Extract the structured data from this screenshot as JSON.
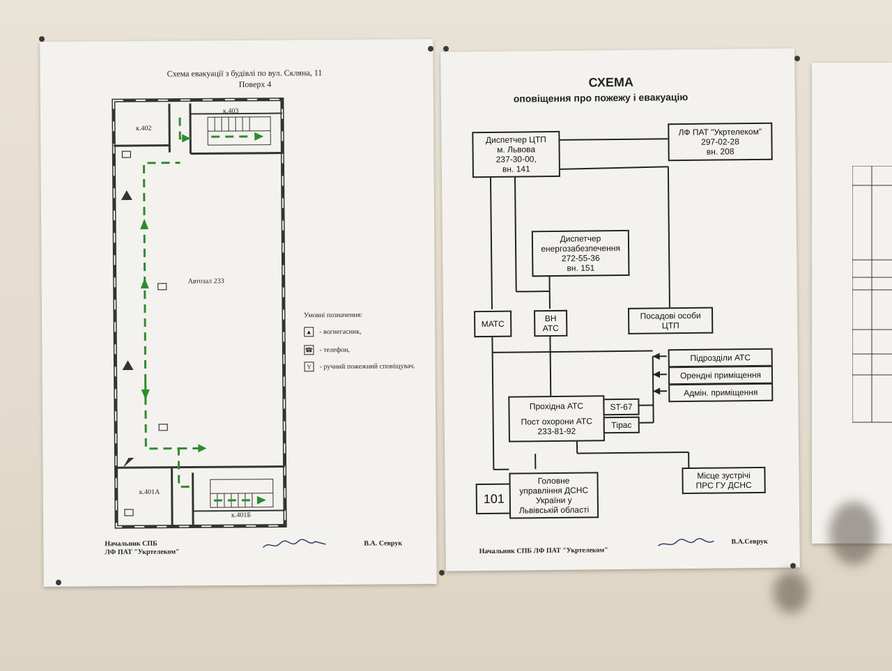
{
  "evac_plan": {
    "title": "Схема евакуації з будівлі по вул. Скляна, 11",
    "floor": "Поверх 4",
    "rooms": {
      "r403": "к.403",
      "r402": "к.402",
      "r401a": "к.401А",
      "r401b": "к.401Б",
      "hall": "Автозал 233"
    },
    "legend_title": "Умовні позначення:",
    "legend_items": [
      "- вогнегасник,",
      "- телефон,",
      "- ручний пожежний сповіщувач."
    ],
    "footer_left_1": "Начальник СПБ",
    "footer_left_2": "ЛФ ПАТ \"Укртелеком\"",
    "footer_right": "В.А. Севрук"
  },
  "scheme": {
    "title": "СХЕМА",
    "subtitle": "оповіщення про пожежу і евакуацію",
    "boxes": {
      "ctp": [
        "Диспетчер ЦТП",
        "м. Львова",
        "237-30-00,",
        "вн. 141"
      ],
      "ukrtelecom": [
        "ЛФ ПАТ \"Укртелеком\"",
        "297-02-28",
        "вн. 208"
      ],
      "energy": [
        "Диспетчер",
        "енергозабезпечення",
        "272-55-36",
        "вн. 151"
      ],
      "mats": [
        "МАТС"
      ],
      "vn_ats": [
        "ВН",
        "АТС"
      ],
      "posadovi": [
        "Посадові особи",
        "ЦТП"
      ],
      "pidrozdily": [
        "Підрозділи АТС"
      ],
      "orendni": [
        "Орендні приміщення"
      ],
      "admin": [
        "Адмін. приміщення"
      ],
      "prokhidna": [
        "Прохідна АТС",
        "",
        "Пост охорони АТС",
        "233-81-92"
      ],
      "st67": [
        "ST-67"
      ],
      "tiras": [
        "Тірас"
      ],
      "misce": [
        "Місце зустрічі",
        "ПРС ГУ ДСНС"
      ],
      "n101": [
        "101"
      ],
      "holovne": [
        "Головне",
        "управління ДСНС",
        "України у",
        "Львівській області"
      ]
    },
    "footer_left": "Начальник СПБ ЛФ ПАТ \"Укртелеком\"",
    "footer_right": "В.А.Севрук"
  },
  "colors": {
    "wall": "#e6dfd2",
    "paper": "#f4f2ee",
    "arrow": "#2e8b2e",
    "ink": "#222222"
  }
}
